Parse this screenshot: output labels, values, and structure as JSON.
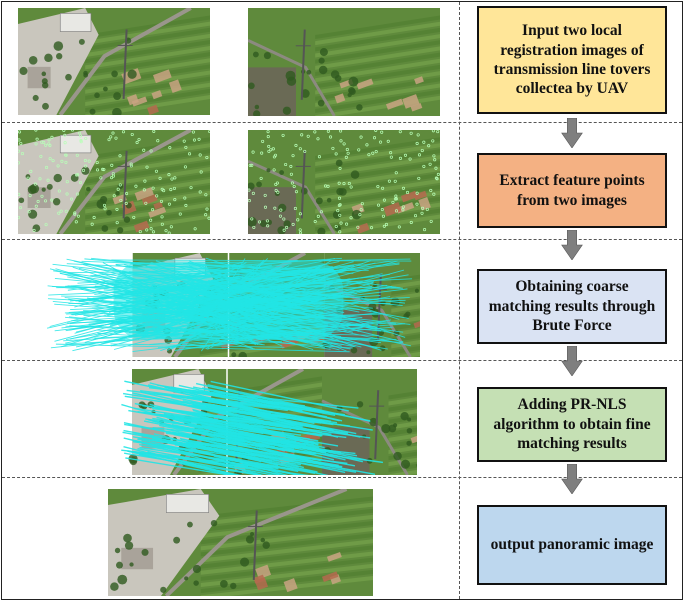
{
  "steps": [
    {
      "label": "Input two local registration images of transmission line tovers collectea by UAV",
      "color": "#ffe699"
    },
    {
      "label": "Extract feature points from two images",
      "color": "#f4b183"
    },
    {
      "label": "Obtaining coarse matching results through Brute Force",
      "color": "#dae3f3"
    },
    {
      "label": "Adding PR-NLS algorithm to obtain fine matching results",
      "color": "#c5e0b4"
    },
    {
      "label": "output panoramic image",
      "color": "#bdd7ee"
    }
  ],
  "colors": {
    "arrow": "#7f7f7f",
    "match_lines": "#22e5e5",
    "feature_points": "#b8ffb8",
    "field": "#6f9a45",
    "dashed_line": "#555555"
  },
  "icons": [
    "down-arrow-icon"
  ]
}
